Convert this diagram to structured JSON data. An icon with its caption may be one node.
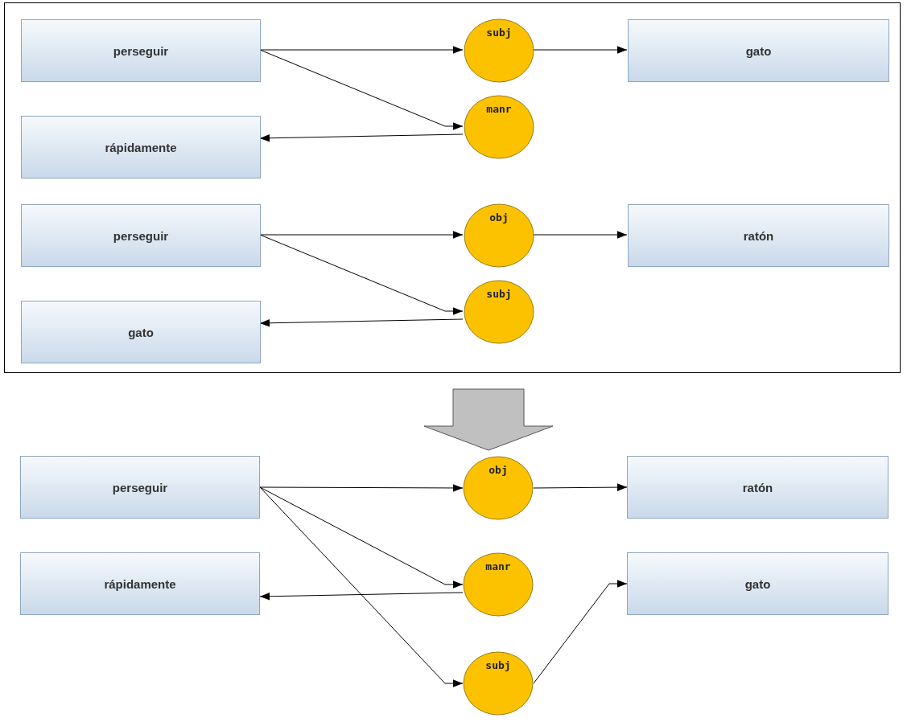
{
  "diagram": {
    "nodes": [
      {
        "text": [],
        "shape": "box"
      },
      {
        "text": [
          "perseguir"
        ],
        "in": 0
      },
      {
        "text": [
          "subj"
        ],
        "in": 0
      },
      {
        "text": [
          "gato"
        ],
        "in": 0
      },
      {
        "text": [
          "rápidamente"
        ],
        "in": 0
      },
      {
        "text": [
          "manr"
        ],
        "in": 0
      },
      {
        "text": [
          "perseguir"
        ],
        "in": 0
      },
      {
        "text": [
          "obj"
        ],
        "in": 0
      },
      {
        "text": [
          "ratón"
        ],
        "in": 0
      },
      {
        "text": [
          "gato"
        ],
        "in": 0
      },
      {
        "text": [
          "subj"
        ],
        "in": 0
      },
      {
        "text": [
          "perseguir"
        ]
      },
      {
        "text": [
          "obj"
        ]
      },
      {
        "text": [
          "ratón"
        ]
      },
      {
        "text": [
          "rápidamente"
        ]
      },
      {
        "text": [
          "manr"
        ]
      },
      {
        "text": [
          "gato"
        ]
      },
      {
        "text": [
          "subj"
        ]
      }
    ],
    "edges": [
      {
        "from": 1,
        "to": 2,
        "arrow": "to"
      },
      {
        "from": 2,
        "to": 3,
        "arrow": "to"
      },
      {
        "from": 1,
        "to": 5,
        "arrow": "to"
      },
      {
        "from": 5,
        "to": 4,
        "arrow": "to"
      },
      {
        "from": 6,
        "to": 7,
        "arrow": "to"
      },
      {
        "from": 7,
        "to": 8,
        "arrow": "to"
      },
      {
        "from": 6,
        "to": 10,
        "arrow": "to"
      },
      {
        "from": 10,
        "to": 9,
        "arrow": "to"
      },
      {
        "from": 11,
        "to": 12,
        "arrow": "to"
      },
      {
        "from": 12,
        "to": 13,
        "arrow": "to"
      },
      {
        "from": 11,
        "to": 15,
        "arrow": "to"
      },
      {
        "from": 15,
        "to": 14,
        "arrow": "to"
      },
      {
        "from": 11,
        "to": 17,
        "arrow": "to"
      },
      {
        "from": 17,
        "to": 16,
        "arrow": "to"
      },
      {
        "from": 0,
        "to": null,
        "arrow": "to",
        "style": "thick",
        "color": "#c0c0c0"
      }
    ]
  }
}
